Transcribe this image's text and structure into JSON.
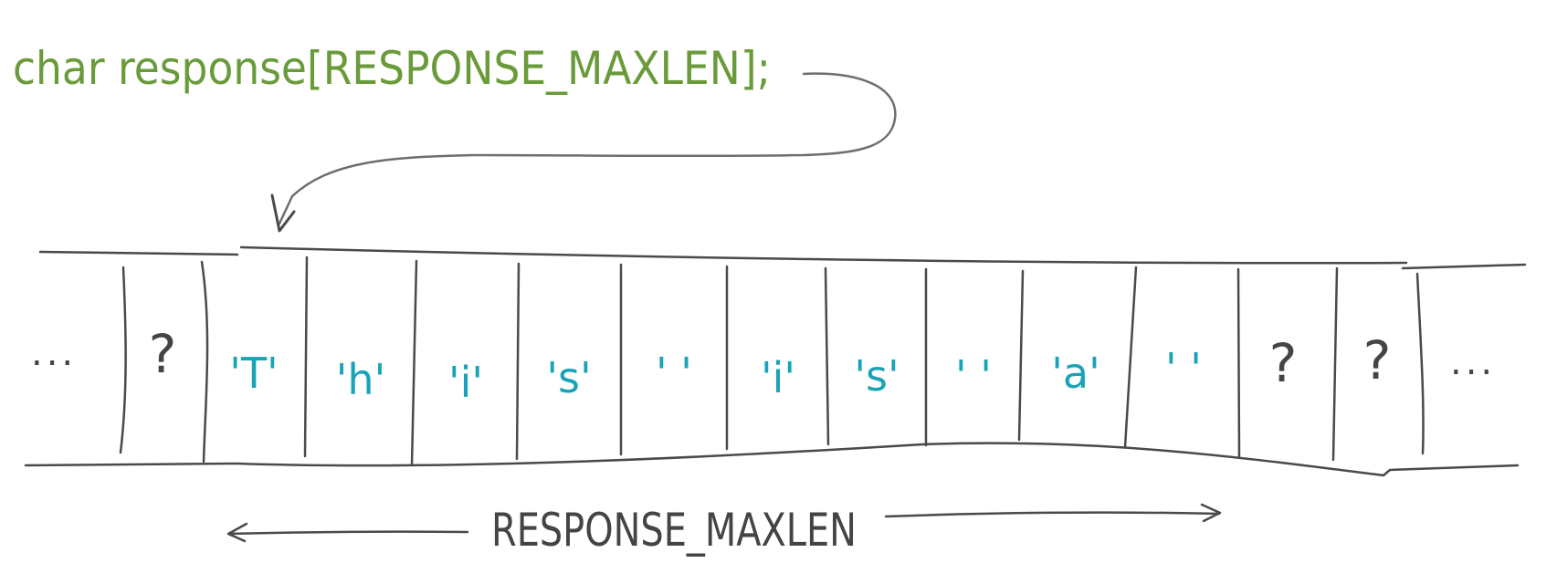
{
  "declaration": {
    "text": "char response[RESPONSE_MAXLEN];",
    "color": "#6a9b3a"
  },
  "buffer": {
    "leading_ellipsis": "...",
    "trailing_ellipsis": "...",
    "cells": [
      {
        "text": "?",
        "kind": "unknown"
      },
      {
        "text": "'T'",
        "kind": "char"
      },
      {
        "text": "'h'",
        "kind": "char"
      },
      {
        "text": "'i'",
        "kind": "char"
      },
      {
        "text": "'s'",
        "kind": "char"
      },
      {
        "text": "' '",
        "kind": "char"
      },
      {
        "text": "'i'",
        "kind": "char"
      },
      {
        "text": "'s'",
        "kind": "char"
      },
      {
        "text": "' '",
        "kind": "char"
      },
      {
        "text": "'a'",
        "kind": "char"
      },
      {
        "text": "' '",
        "kind": "char"
      },
      {
        "text": "?",
        "kind": "unknown"
      },
      {
        "text": "?",
        "kind": "unknown"
      }
    ],
    "char_color": "#1aa3b8",
    "unknown_color": "#444444"
  },
  "span_label": {
    "text": "RESPONSE_MAXLEN",
    "color": "#444444"
  }
}
